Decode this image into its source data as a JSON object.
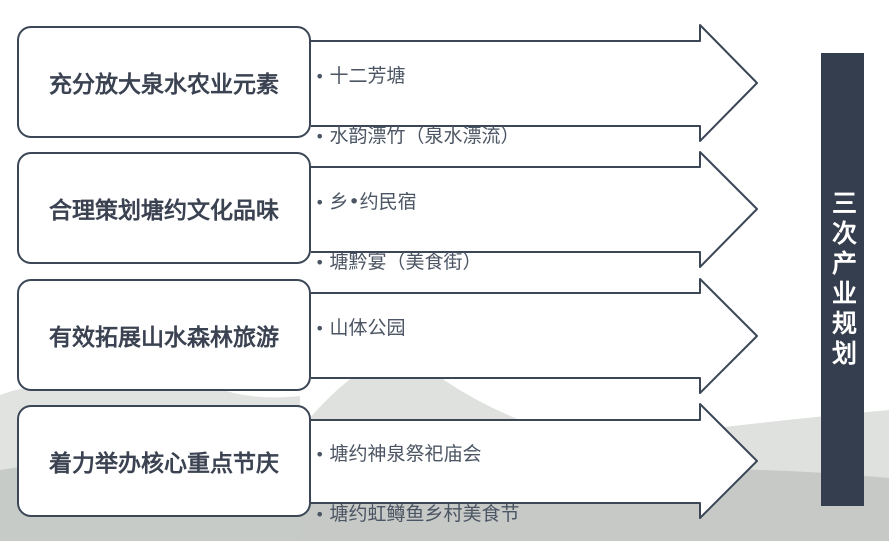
{
  "title": "三次产业规划",
  "rows": [
    {
      "heading": "充分放大泉水农业元素",
      "items": [
        "十二芳塘",
        "水韵漂竹（泉水漂流）"
      ]
    },
    {
      "heading": "合理策划塘约文化品味",
      "items": [
        "乡•约民宿",
        "塘黔宴（美食街）"
      ]
    },
    {
      "heading": "有效拓展山水森林旅游",
      "items": [
        "山体公园"
      ]
    },
    {
      "heading": "着力举办核心重点节庆",
      "items": [
        "塘约神泉祭祀庙会",
        "塘约虹鳟鱼乡村美食节"
      ]
    }
  ],
  "colors": {
    "dark": "#353e4e",
    "border": "#3b4656",
    "text": "#3b4352"
  }
}
